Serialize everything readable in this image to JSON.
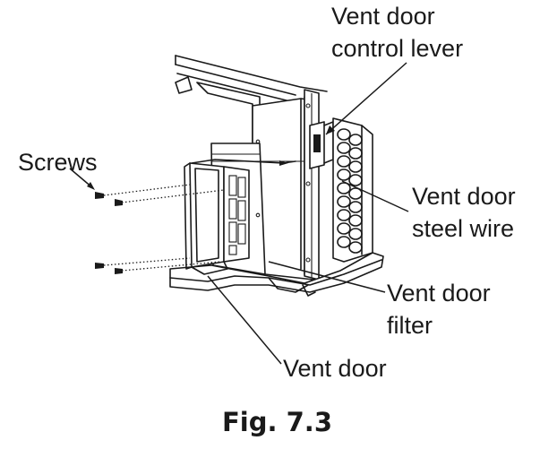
{
  "labels": {
    "vent_door_control_lever_line1": "Vent door",
    "vent_door_control_lever_line2": "control lever",
    "screws": "Screws",
    "vent_door_steel_wire_line1": "Vent door",
    "vent_door_steel_wire_line2": "steel wire",
    "vent_door_filter_line1": "Vent door",
    "vent_door_filter_line2": "filter",
    "vent_door": "Vent door"
  },
  "caption": "Fig. 7.3"
}
